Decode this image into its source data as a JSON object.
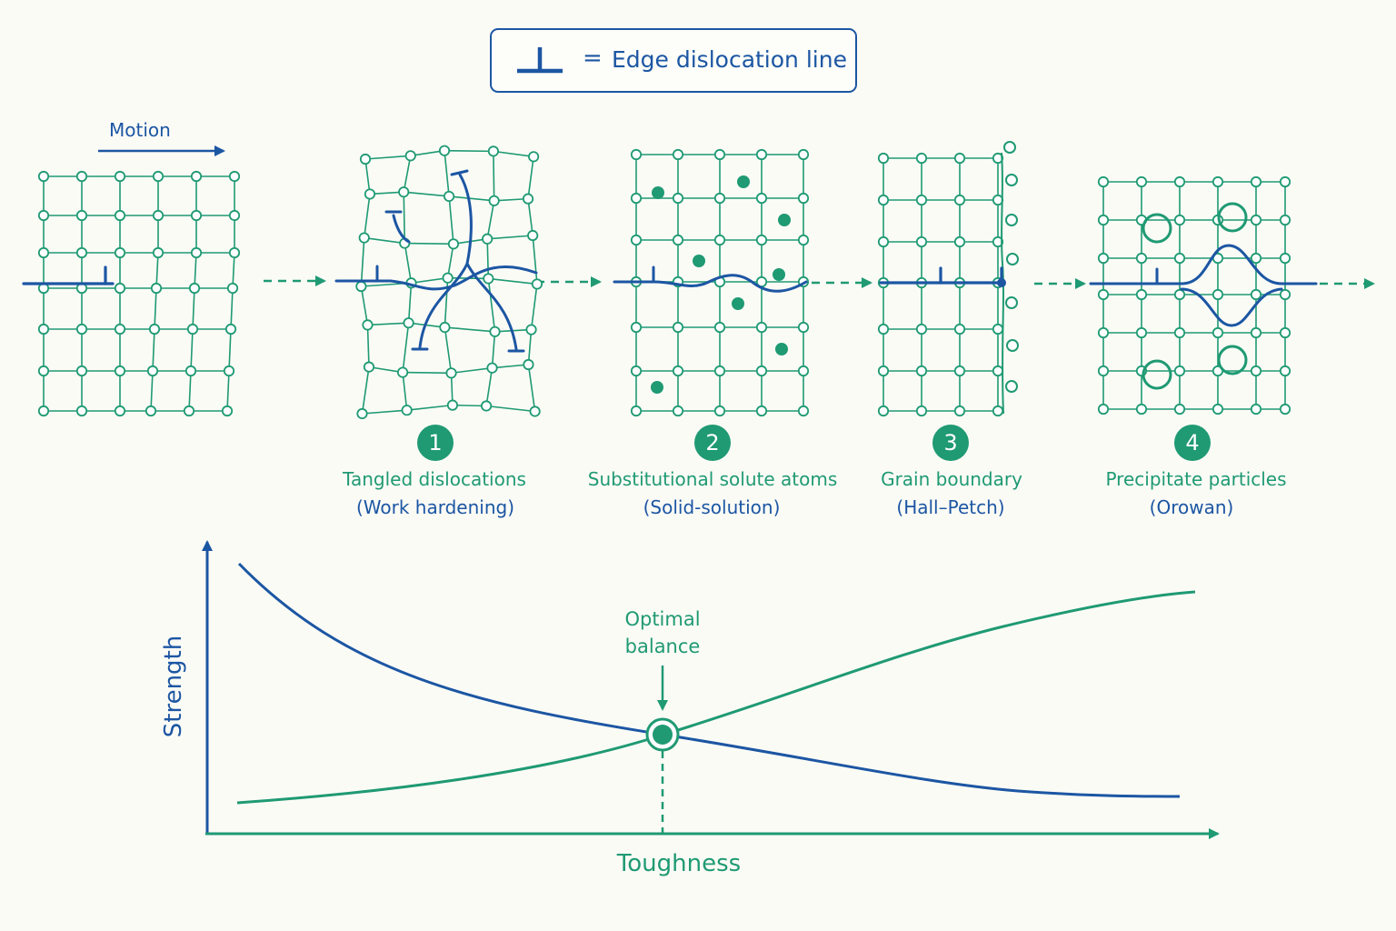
{
  "legend": {
    "equals": "=",
    "label": "Edge dislocation line"
  },
  "motion_label": "Motion",
  "mechanisms": [
    {
      "number": "1",
      "title": "Tangled dislocations",
      "subtitle": "(Work hardening)"
    },
    {
      "number": "2",
      "title": "Substitutional solute atoms",
      "subtitle": "(Solid-solution)"
    },
    {
      "number": "3",
      "title": "Grain boundary",
      "subtitle": "(Hall–Petch)"
    },
    {
      "number": "4",
      "title": "Precipitate particles",
      "subtitle": "(Orowan)"
    }
  ],
  "tradeoff": {
    "ylabel": "Strength",
    "xlabel": "Toughness",
    "optimum_label_line1": "Optimal",
    "optimum_label_line2": "balance"
  },
  "colors": {
    "blue": "#1c56a3",
    "green": "#1f9a73",
    "background": "#fbfbf6"
  }
}
